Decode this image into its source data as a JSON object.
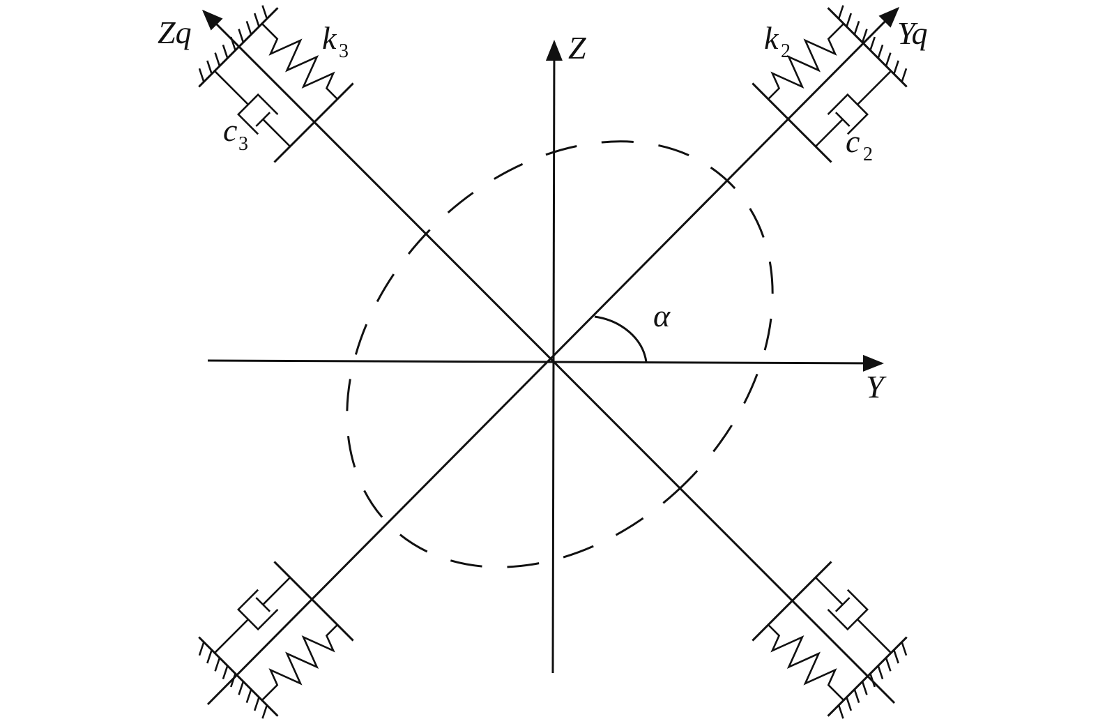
{
  "labels": {
    "z_axis": "Z",
    "y_axis": "Y",
    "zq_axis": "Zq",
    "yq_axis": "Yq",
    "alpha": "α",
    "k3": "k",
    "k3_sub": "3",
    "c3": "c",
    "c3_sub": "3",
    "k2": "k",
    "k2_sub": "2",
    "c2": "c",
    "c2_sub": "2"
  },
  "colors": {
    "stroke": "#111111",
    "background": "#ffffff"
  }
}
